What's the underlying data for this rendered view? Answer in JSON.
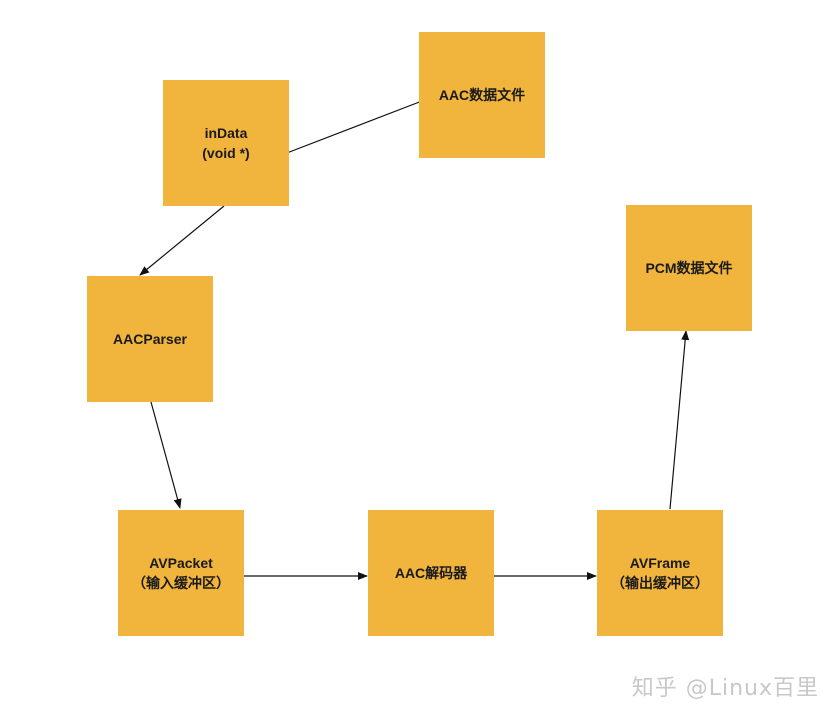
{
  "colors": {
    "node_fill": "#f1b43c",
    "node_border": "#e5a92e",
    "edge": "#111111"
  },
  "nodes": {
    "aac_file": {
      "lines": [
        "AAC数据文件"
      ]
    },
    "indata": {
      "lines": [
        "inData",
        "(void *)"
      ]
    },
    "aacparser": {
      "lines": [
        "AACParser"
      ]
    },
    "avpacket": {
      "lines": [
        "AVPacket",
        "（输入缓冲区）"
      ]
    },
    "aac_decoder": {
      "lines": [
        "AAC解码器"
      ]
    },
    "avframe": {
      "lines": [
        "AVFrame",
        "（输出缓冲区）"
      ]
    },
    "pcm_file": {
      "lines": [
        "PCM数据文件"
      ]
    }
  },
  "edges": [
    {
      "from": "aac_file",
      "to": "indata"
    },
    {
      "from": "indata",
      "to": "aacparser"
    },
    {
      "from": "aacparser",
      "to": "avpacket"
    },
    {
      "from": "avpacket",
      "to": "aac_decoder"
    },
    {
      "from": "aac_decoder",
      "to": "avframe"
    },
    {
      "from": "avframe",
      "to": "pcm_file"
    }
  ],
  "watermark": "知乎 @Linux百里"
}
